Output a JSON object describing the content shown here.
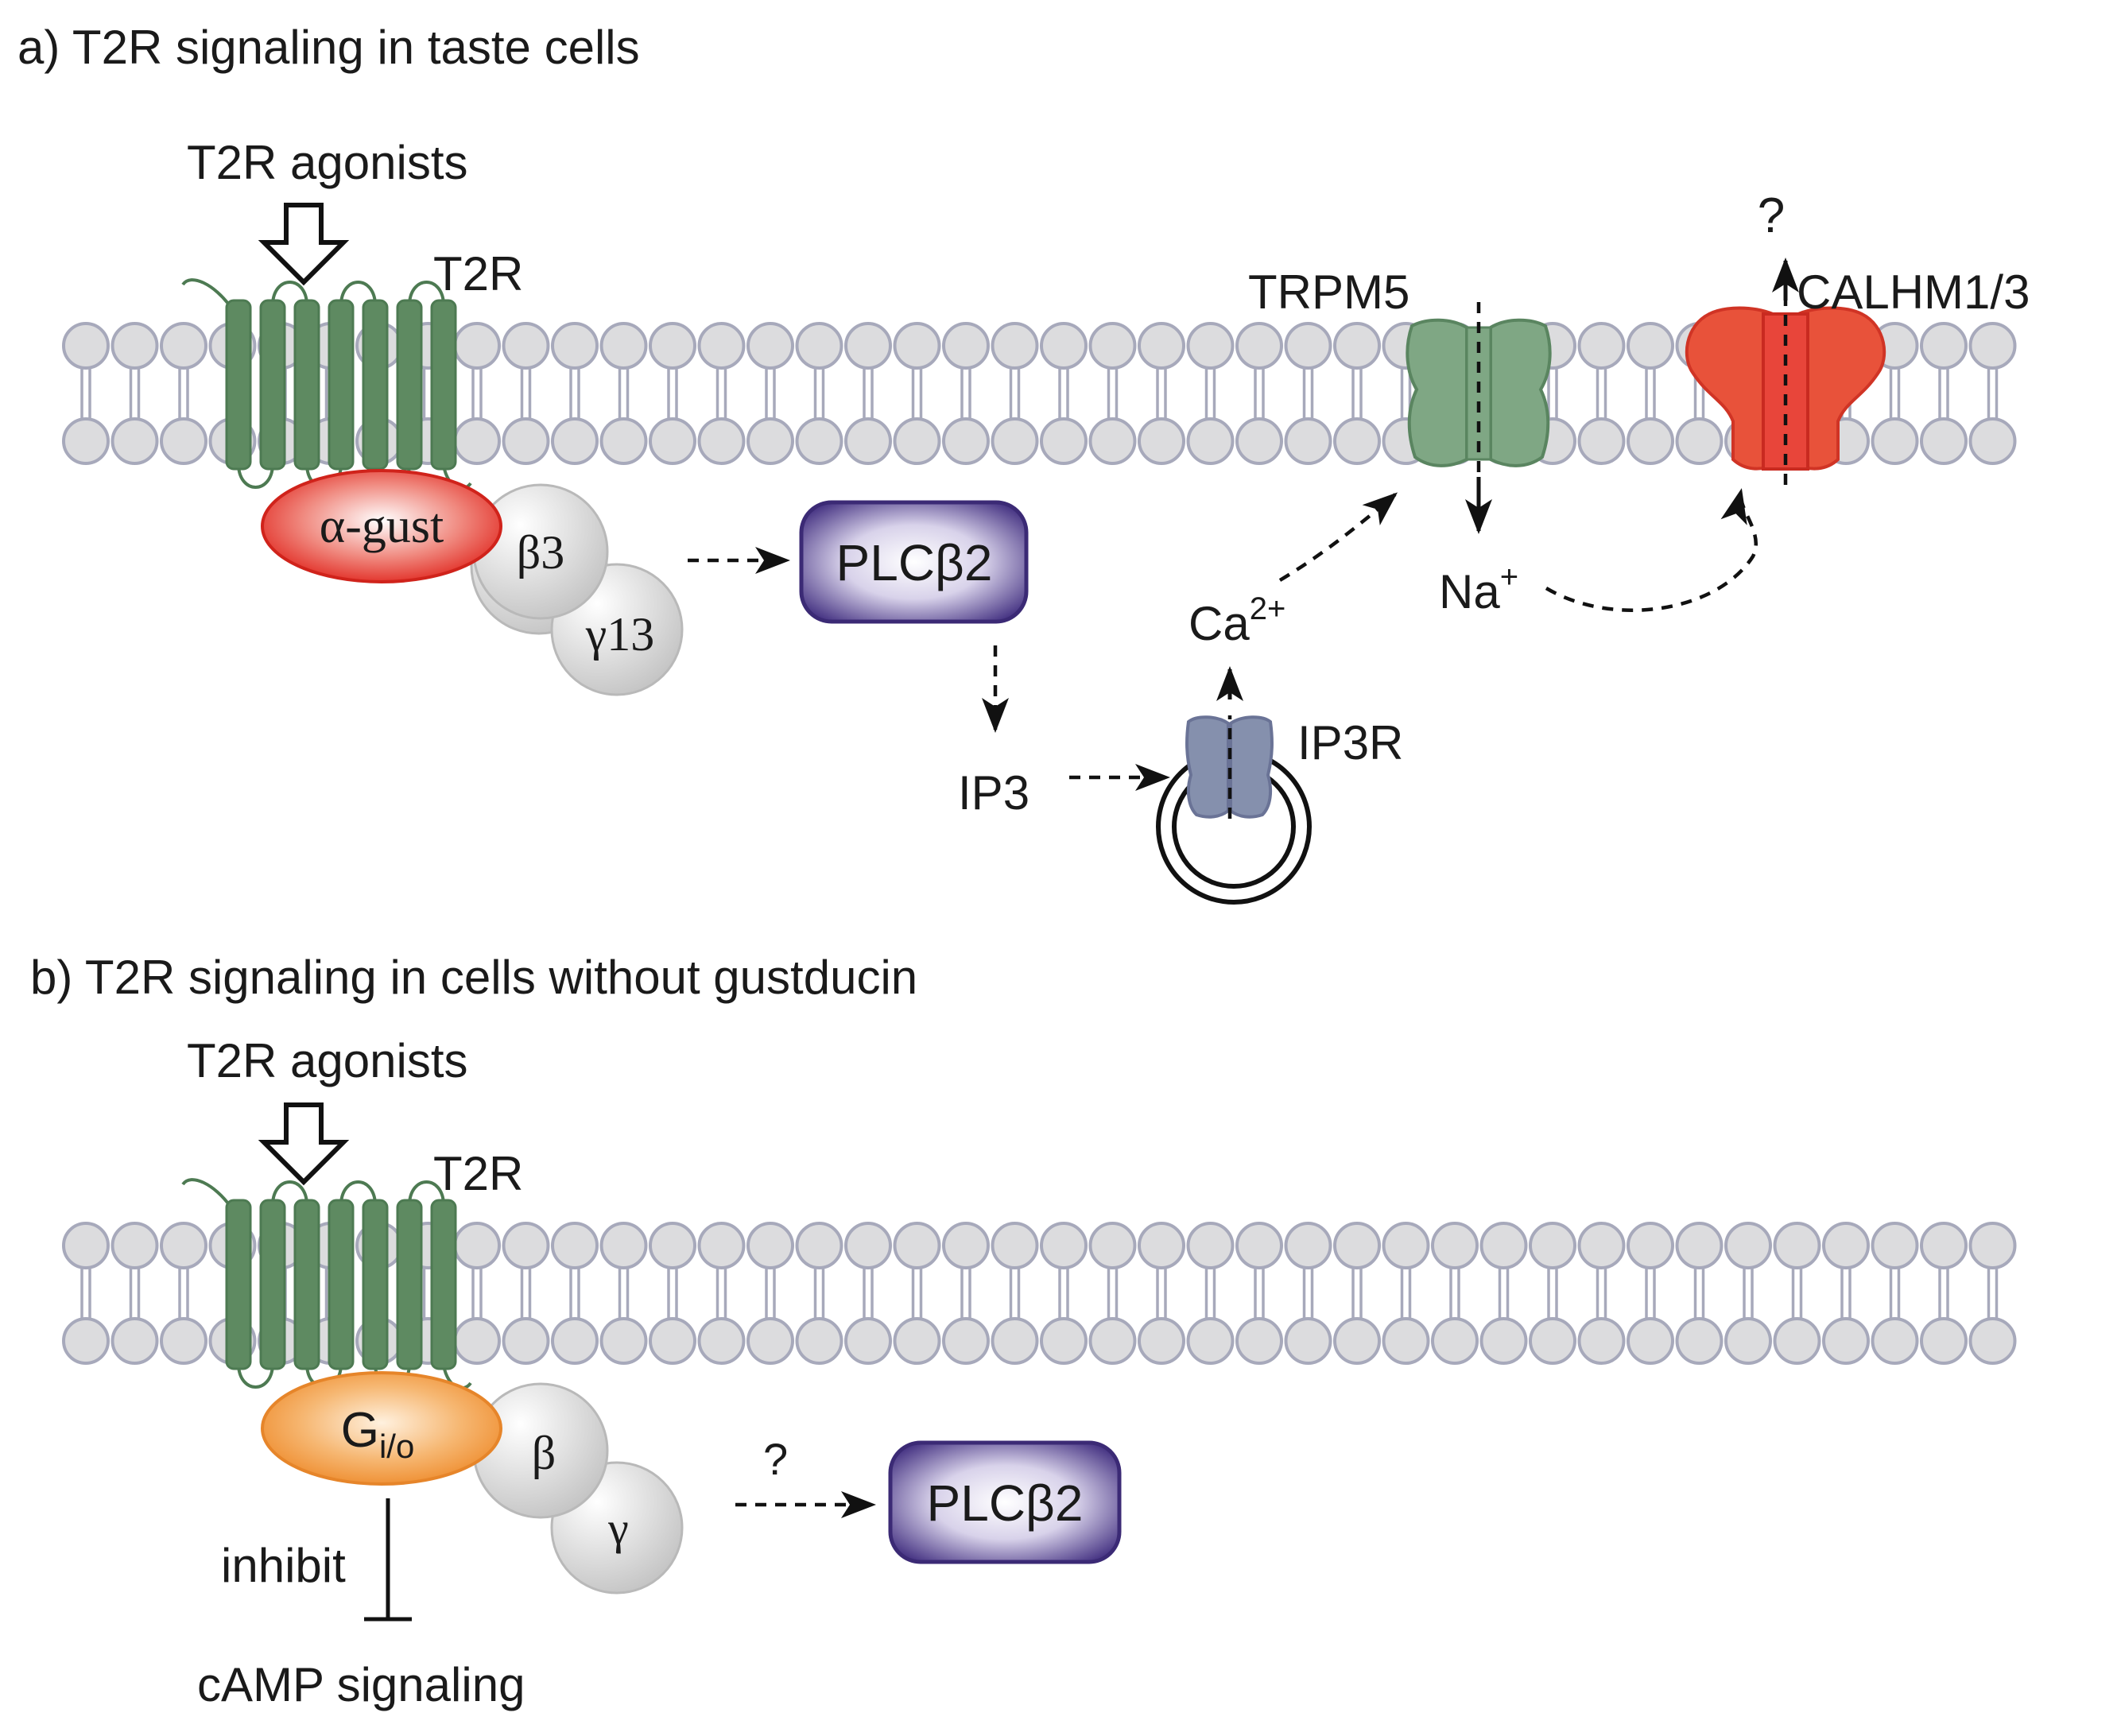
{
  "panel_a": {
    "title": "a) T2R signaling in taste cells",
    "agonists_label": "T2R agonists",
    "receptor_label": "T2R",
    "g_alpha_label": "α-gust",
    "g_beta_label": "β3",
    "g_gamma_label": "γ13",
    "effector_label": "PLCβ2",
    "second_messenger_label": "IP3",
    "ip3r_label": "IP3R",
    "calcium_label": "Ca",
    "calcium_charge": "2+",
    "trpm5_label": "TRPM5",
    "sodium_label": "Na",
    "sodium_charge": "+",
    "calhm_label": "CALHM1/3",
    "calhm_question": "?"
  },
  "panel_b": {
    "title": "b) T2R signaling in cells without gustducin",
    "agonists_label": "T2R agonists",
    "receptor_label": "T2R",
    "g_alpha_label": "G",
    "g_alpha_subscript": "i/o",
    "g_beta_label": "β",
    "g_gamma_label": "γ",
    "effector_label": "PLCβ2",
    "effector_question": "?",
    "inhibit_label": "inhibit",
    "target_label": "cAMP signaling"
  },
  "colors": {
    "membrane_head": "#dcdcde",
    "membrane_outline": "#a7a9bb",
    "receptor_green": "#5e8a61",
    "trpm5_green": "#7fa784",
    "gust_red": "#e3302a",
    "gio_orange": "#f19a3e",
    "plc_purple": "#4a3886",
    "calhm_red": "#e8523a",
    "ip3r_blue": "#8590ad",
    "subunit_grey": "#d9d9d9"
  }
}
